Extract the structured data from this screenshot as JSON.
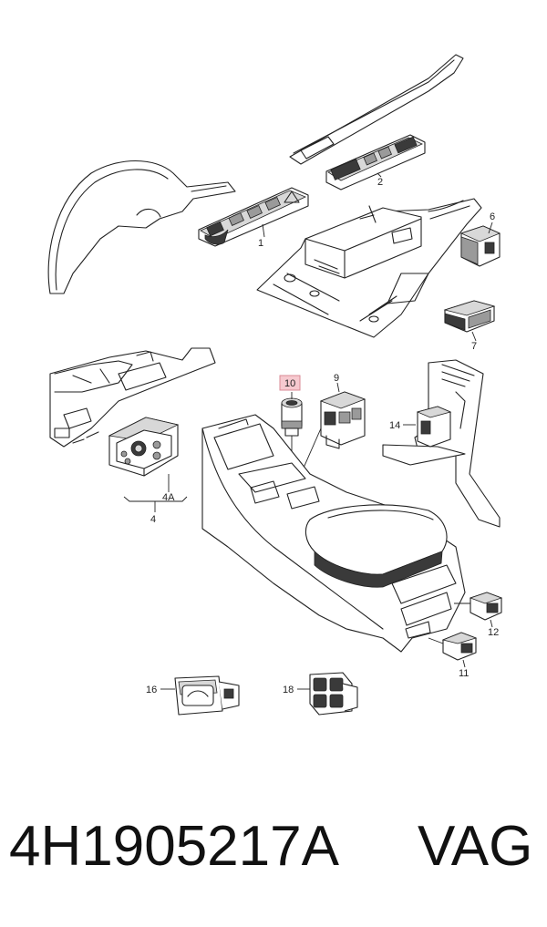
{
  "diagram": {
    "callouts": {
      "c1": "1",
      "c2": "2",
      "c4": "4",
      "c4a": "4A",
      "c6": "6",
      "c7": "7",
      "c9": "9",
      "c10": "10",
      "c11": "11",
      "c12": "12",
      "c14": "14",
      "c16": "16",
      "c18": "18"
    },
    "highlighted_callout": "10",
    "highlight_color": "#f6c9cf"
  },
  "footer": {
    "part_number": "4H1905217A",
    "brand": "VAG"
  }
}
